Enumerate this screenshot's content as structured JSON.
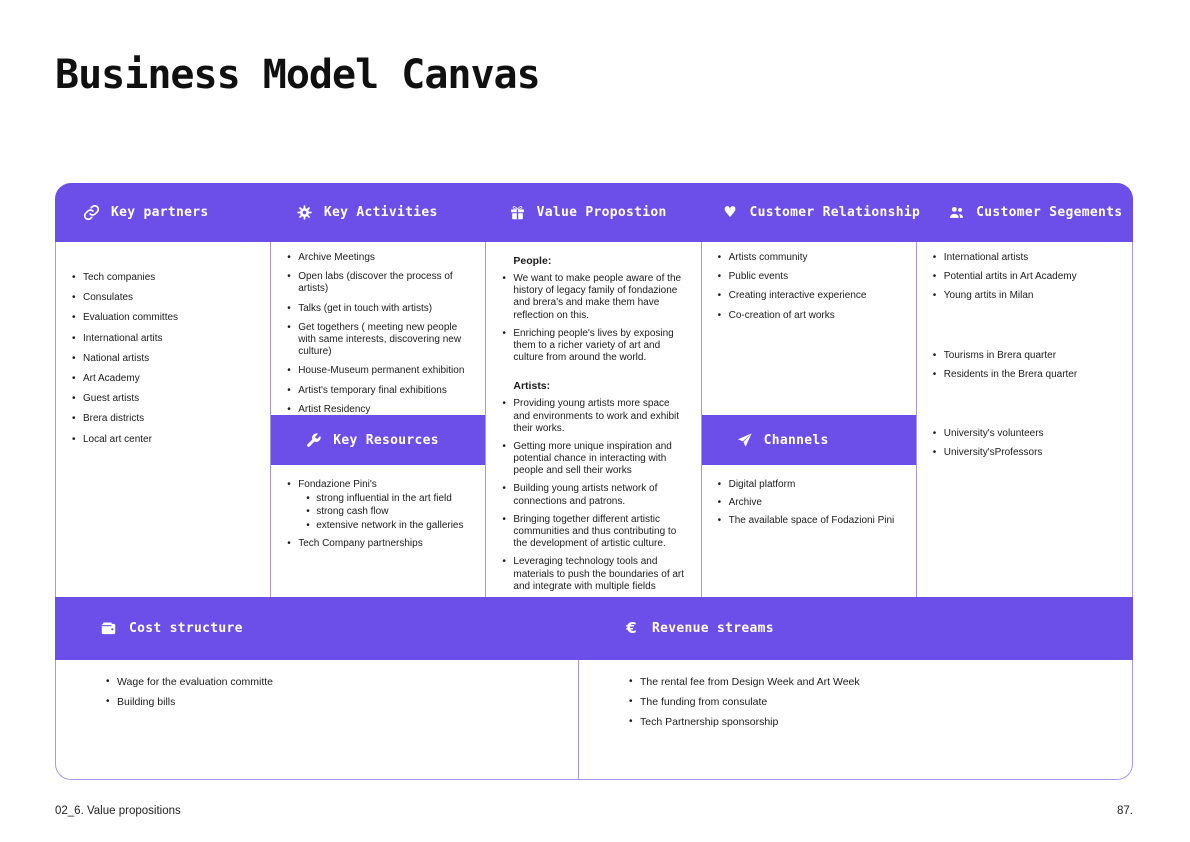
{
  "page": {
    "title": "Business Model Canvas",
    "footer_left": "02_6. Value propositions",
    "footer_right": "87."
  },
  "colors": {
    "accent": "#6C4EE8",
    "divider": "#A696EF",
    "header_text": "#FFFFFF",
    "body_text": "#1C1C1C"
  },
  "icons": {
    "key_partners": "link-icon",
    "key_activities": "gear-icon",
    "value_propostion": "gift-icon",
    "customer_relationship": "heart-icon",
    "customer_segements": "people-icon",
    "key_resources": "wrench-icon",
    "channels": "send-icon",
    "cost_structure": "wallet-icon",
    "revenue_streams": "euro-icon"
  },
  "canvas": {
    "columns": [
      {
        "header": "Key partners",
        "items": [
          "Tech companies",
          "Consulates",
          "Evaluation committes",
          "International artits",
          "National artists",
          "Art Academy",
          "Guest artists",
          "Brera districts",
          "Local art center"
        ]
      },
      {
        "header": "Key Activities",
        "items": [
          "Archive Meetings",
          "Open labs (discover the process of artists)",
          "Talks (get in touch with artists)",
          "Get togethers ( meeting new people with same interests, discovering new culture)",
          "House-Museum permanent exhibition",
          "Artist's temporary  final exhibitions",
          "Artist Residency"
        ],
        "sub": {
          "header": "Key Resources",
          "items": [
            {
              "text": "Fondazione Pini's",
              "sub": [
                "strong influential in the art field",
                "strong cash flow",
                "extensive network in the galleries"
              ]
            },
            "Tech Company partnerships"
          ]
        }
      },
      {
        "header": "Value Propostion",
        "groups": [
          {
            "heading": "People:",
            "items": [
              "We want to make people aware of the history of legacy family of fondazione and brera's and make them have reflection on this.",
              "Enriching people's lives by exposing them to a richer variety of art and culture from around the world."
            ]
          },
          {
            "heading": "Artists:",
            "items": [
              "Providing young artists  more space and environments to work and exhibit their works.",
              "Getting  more unique inspiration and potential chance in interacting with people and sell their works",
              "Building  young artists  network of connections  and patrons.",
              "Bringing together different artistic communities and thus contributing to the development of artistic culture.",
              "Leveraging technology tools and materials to push the boundaries of art and integrate with multiple fields"
            ]
          }
        ]
      },
      {
        "header": "Customer Relationship",
        "items": [
          "Artists community",
          "Public events",
          "Creating interactive experience",
          "Co-creation of art works"
        ],
        "sub": {
          "header": "Channels",
          "items": [
            "Digital platform",
            "Archive",
            "The available space of Fodazioni Pini"
          ]
        }
      },
      {
        "header": "Customer Segements",
        "groups": [
          {
            "items": [
              "International artists",
              "Potential artits in Art Academy",
              "Young artits in Milan"
            ]
          },
          {
            "items": [
              "Tourisms in Brera quarter",
              "Residents in the Brera quarter"
            ]
          },
          {
            "items": [
              "University's volunteers",
              "University'sProfessors"
            ]
          }
        ]
      }
    ],
    "bottom": {
      "cost_structure": {
        "header": "Cost structure",
        "items": [
          "Wage for the evaluation committe",
          "Building bills"
        ]
      },
      "revenue_streams": {
        "header": "Revenue streams",
        "items": [
          "The rental fee from Design Week and Art Week",
          "The funding from consulate",
          "Tech Partnership sponsorship"
        ]
      }
    }
  }
}
